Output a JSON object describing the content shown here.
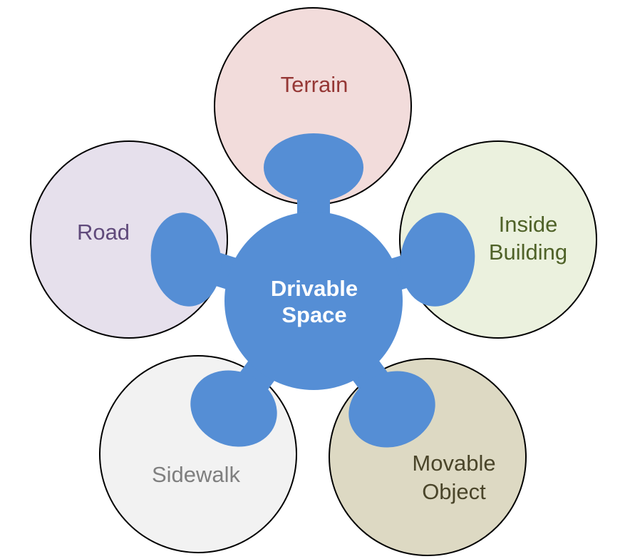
{
  "center": {
    "label_line1": "Drivable",
    "label_line2": "Space",
    "color": "#558ED5"
  },
  "nodes": [
    {
      "id": "terrain",
      "label_line1": "Terrain",
      "label_line2": "",
      "fill": "#F2DCDB",
      "text_color": "#953735"
    },
    {
      "id": "inside-building",
      "label_line1": "Inside",
      "label_line2": "Building",
      "fill": "#EBF1DE",
      "text_color": "#4F6228"
    },
    {
      "id": "movable-object",
      "label_line1": "Movable",
      "label_line2": "Object",
      "fill": "#DDD9C3",
      "text_color": "#4A452A"
    },
    {
      "id": "sidewalk",
      "label_line1": "Sidewalk",
      "label_line2": "",
      "fill": "#F2F2F2",
      "text_color": "#7F7F7F"
    },
    {
      "id": "road",
      "label_line1": "Road",
      "label_line2": "",
      "fill": "#E6E0EC",
      "text_color": "#604A7B"
    }
  ]
}
